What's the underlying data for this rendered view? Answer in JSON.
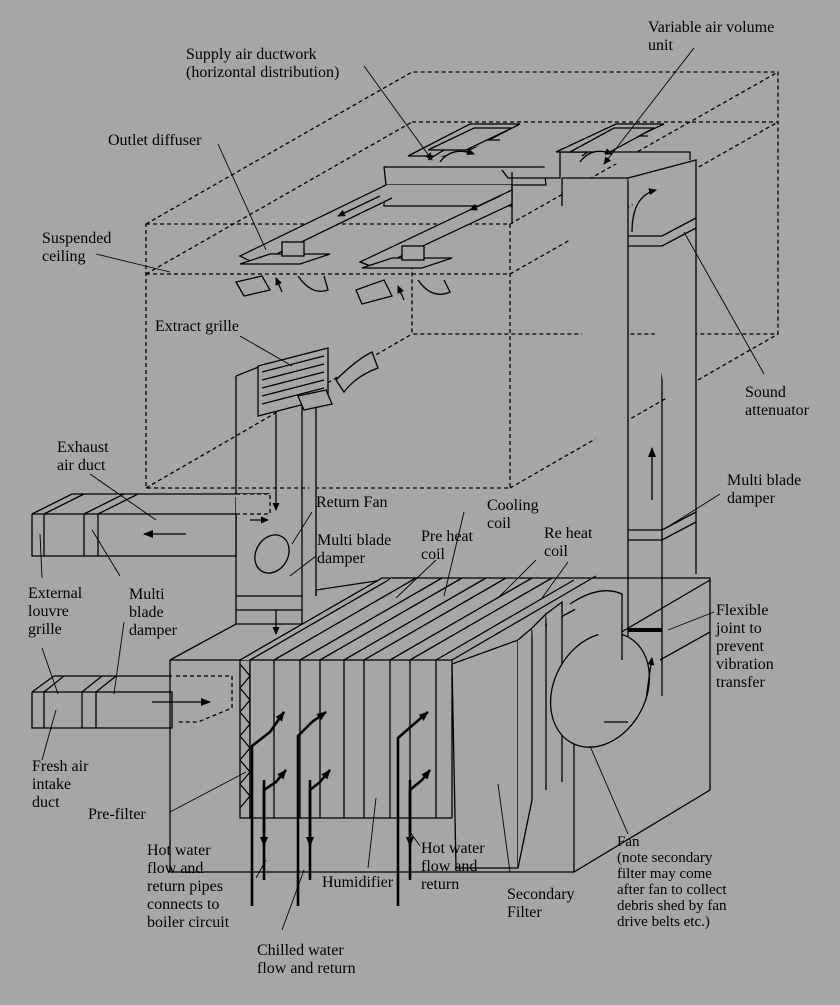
{
  "labels": {
    "supply_ductwork": "Supply air ductwork\n(horizontal distribution)",
    "vav_unit": "Variable air volume\nunit",
    "outlet_diffuser": "Outlet diffuser",
    "suspended_ceiling": "Suspended\nceiling",
    "extract_grille": "Extract grille",
    "sound_attenuator": "Sound\nattenuator",
    "exhaust_duct": "Exhaust\nair duct",
    "return_fan": "Return Fan",
    "cooling_coil": "Cooling\ncoil",
    "pre_heat_coil": "Pre heat\ncoil",
    "re_heat_coil": "Re heat\ncoil",
    "multi_blade_damper_mid": "Multi blade\ndamper",
    "multi_blade_damper_right": "Multi blade\ndamper",
    "external_louvre": "External\nlouvre\ngrille",
    "multi_blade_damper_left": "Multi\nblade\ndamper",
    "flexible_joint": "Flexible\njoint to\nprevent\nvibration\ntransfer",
    "fresh_air_duct": "Fresh air\nintake\nduct",
    "pre_filter": "Pre-filter",
    "hot_water_left": "Hot water\nflow and\nreturn pipes\nconnects to\nboiler circuit",
    "humidifier": "Humidifier",
    "hot_water_right": "Hot water\nflow and\nreturn",
    "secondary_filter": "Secondary\nFilter",
    "fan_note": "Fan\n(note secondary\nfilter may come\nafter fan to collect\ndebris shed by fan\ndrive belts etc.)",
    "chilled_water": "Chilled water\nflow and return"
  }
}
